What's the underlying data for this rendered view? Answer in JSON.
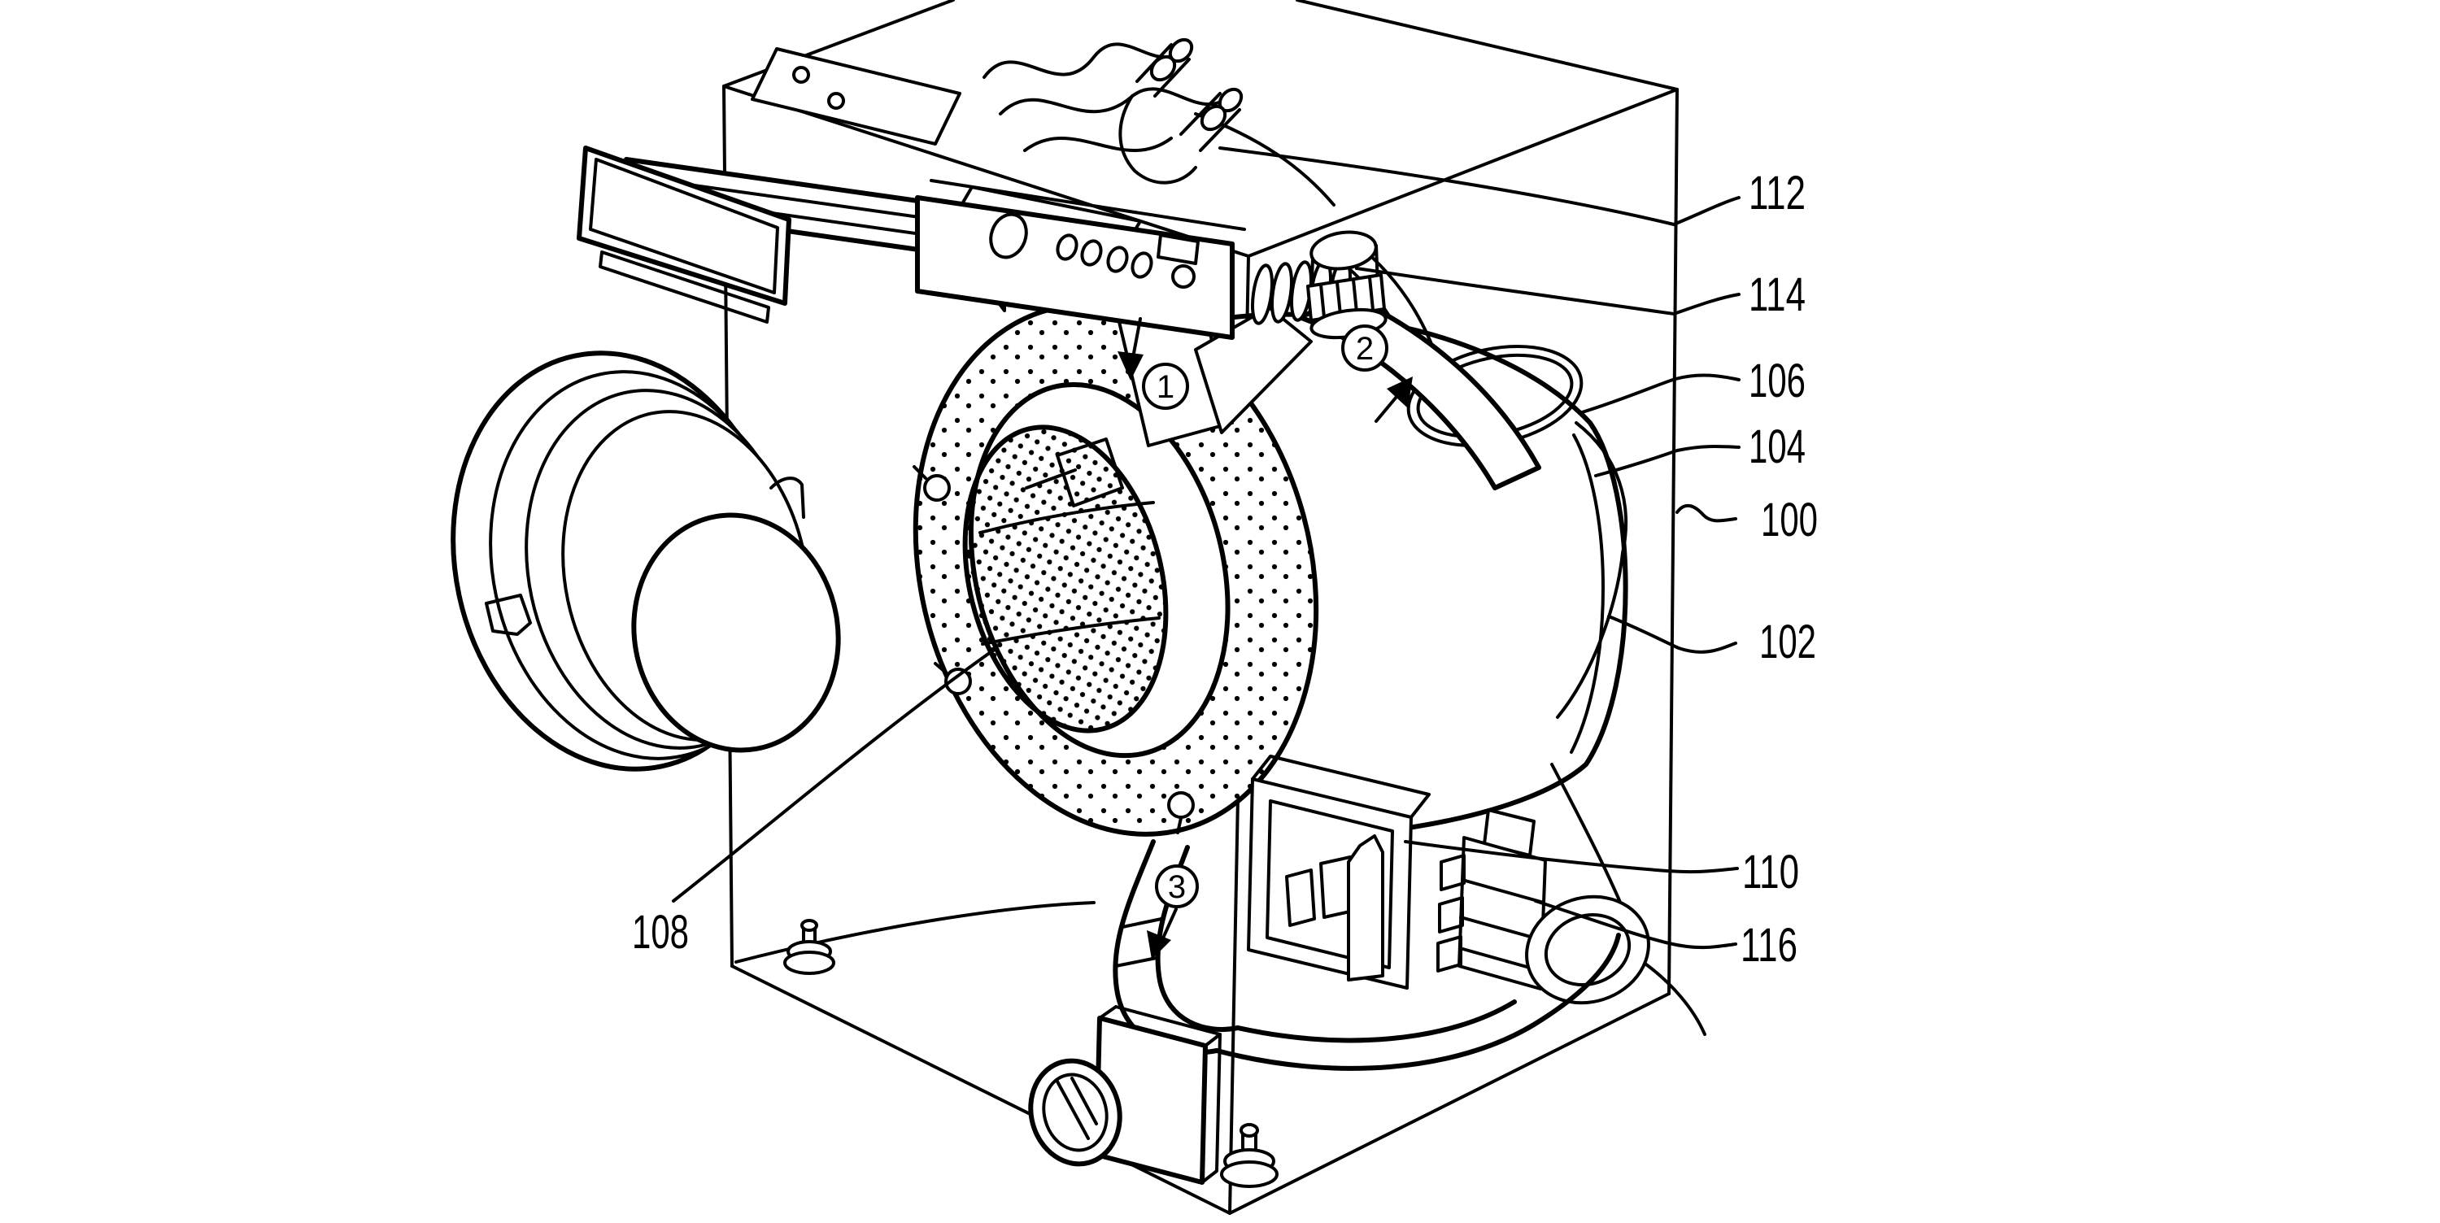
{
  "colors": {
    "ink": "#000000",
    "paper": "#ffffff"
  },
  "reference_labels": [
    {
      "id": "112",
      "text": "112"
    },
    {
      "id": "114",
      "text": "114"
    },
    {
      "id": "106",
      "text": "106"
    },
    {
      "id": "104",
      "text": "104"
    },
    {
      "id": "100",
      "text": "100"
    },
    {
      "id": "102",
      "text": "102"
    },
    {
      "id": "110",
      "text": "110"
    },
    {
      "id": "116",
      "text": "116"
    },
    {
      "id": "108",
      "text": "108"
    }
  ],
  "step_markers": [
    {
      "id": "step-1",
      "text": "1"
    },
    {
      "id": "step-2",
      "text": "2"
    },
    {
      "id": "step-3",
      "text": "3"
    }
  ]
}
